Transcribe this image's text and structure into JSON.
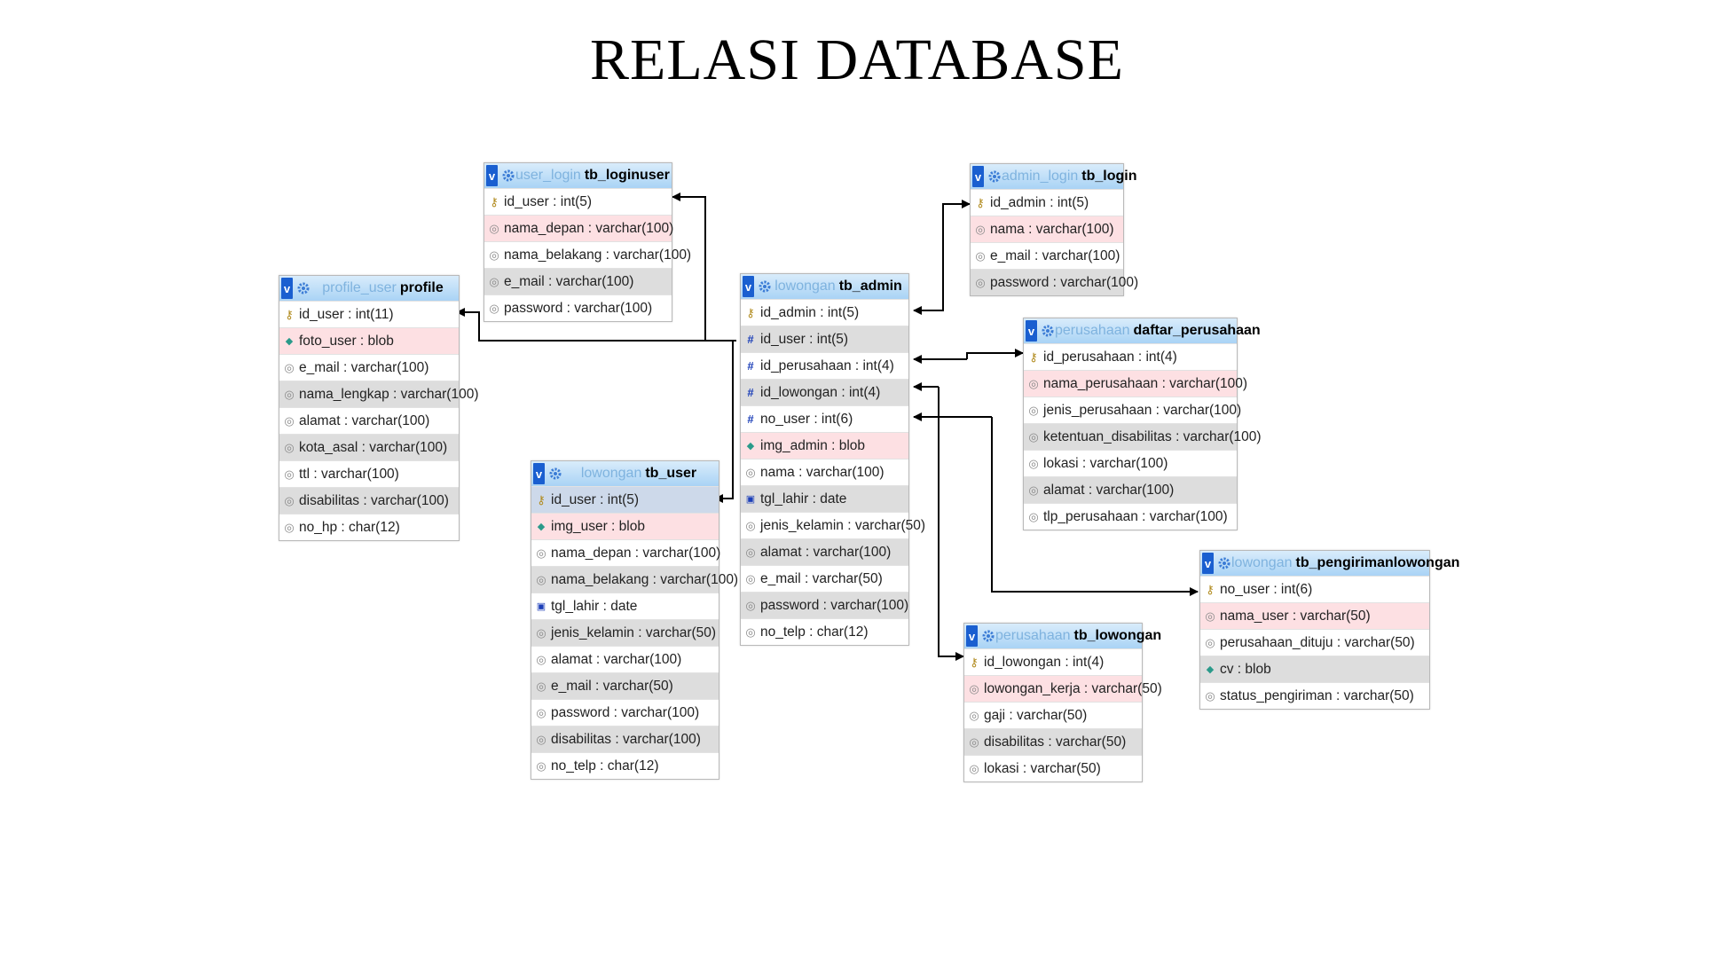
{
  "title": "RELASI DATABASE",
  "tables": {
    "user_login": {
      "db": "user_login",
      "name": "tb_loginuser",
      "fields": [
        {
          "label": "id_user : int(5)",
          "icon": "primary-key-icon"
        },
        {
          "label": "nama_depan : varchar(100)",
          "icon": "text-column-icon"
        },
        {
          "label": "nama_belakang : varchar(100)",
          "icon": "text-column-icon"
        },
        {
          "label": "e_mail : varchar(100)",
          "icon": "text-column-icon"
        },
        {
          "label": "password : varchar(100)",
          "icon": "text-column-icon"
        }
      ]
    },
    "admin_login": {
      "db": "admin_login",
      "name": "tb_login",
      "fields": [
        {
          "label": "id_admin : int(5)",
          "icon": "primary-key-icon"
        },
        {
          "label": "nama : varchar(100)",
          "icon": "text-column-icon"
        },
        {
          "label": "e_mail : varchar(100)",
          "icon": "text-column-icon"
        },
        {
          "label": "password : varchar(100)",
          "icon": "text-column-icon"
        }
      ]
    },
    "profile": {
      "db": "profile_user",
      "name": "profile",
      "fields": [
        {
          "label": "id_user : int(11)",
          "icon": "primary-key-icon"
        },
        {
          "label": "foto_user : blob",
          "icon": "blob-column-icon"
        },
        {
          "label": "e_mail : varchar(100)",
          "icon": "text-column-icon"
        },
        {
          "label": "nama_lengkap : varchar(100)",
          "icon": "text-column-icon"
        },
        {
          "label": "alamat : varchar(100)",
          "icon": "text-column-icon"
        },
        {
          "label": "kota_asal : varchar(100)",
          "icon": "text-column-icon"
        },
        {
          "label": "ttl : varchar(100)",
          "icon": "text-column-icon"
        },
        {
          "label": "disabilitas : varchar(100)",
          "icon": "text-column-icon"
        },
        {
          "label": "no_hp : char(12)",
          "icon": "text-column-icon"
        }
      ]
    },
    "tb_admin": {
      "db": "lowongan",
      "name": "tb_admin",
      "fields": [
        {
          "label": "id_admin : int(5)",
          "icon": "primary-key-icon"
        },
        {
          "label": "id_user : int(5)",
          "icon": "numeric-column-icon"
        },
        {
          "label": "id_perusahaan : int(4)",
          "icon": "numeric-column-icon"
        },
        {
          "label": "id_lowongan : int(4)",
          "icon": "numeric-column-icon"
        },
        {
          "label": "no_user : int(6)",
          "icon": "numeric-column-icon"
        },
        {
          "label": "img_admin : blob",
          "icon": "blob-column-icon"
        },
        {
          "label": "nama : varchar(100)",
          "icon": "text-column-icon"
        },
        {
          "label": "tgl_lahir : date",
          "icon": "date-column-icon"
        },
        {
          "label": "jenis_kelamin : varchar(50)",
          "icon": "text-column-icon"
        },
        {
          "label": "alamat : varchar(100)",
          "icon": "text-column-icon"
        },
        {
          "label": "e_mail : varchar(50)",
          "icon": "text-column-icon"
        },
        {
          "label": "password : varchar(100)",
          "icon": "text-column-icon"
        },
        {
          "label": "no_telp : char(12)",
          "icon": "text-column-icon"
        }
      ]
    },
    "daftar_perusahaan": {
      "db": "perusahaan",
      "name": "daftar_perusahaan",
      "fields": [
        {
          "label": "id_perusahaan : int(4)",
          "icon": "primary-key-icon"
        },
        {
          "label": "nama_perusahaan : varchar(100)",
          "icon": "text-column-icon"
        },
        {
          "label": "jenis_perusahaan : varchar(100)",
          "icon": "text-column-icon"
        },
        {
          "label": "ketentuan_disabilitas : varchar(100)",
          "icon": "text-column-icon"
        },
        {
          "label": "lokasi : varchar(100)",
          "icon": "text-column-icon"
        },
        {
          "label": "alamat : varchar(100)",
          "icon": "text-column-icon"
        },
        {
          "label": "tlp_perusahaan : varchar(100)",
          "icon": "text-column-icon"
        }
      ]
    },
    "tb_user": {
      "db": "lowongan",
      "name": "tb_user",
      "fields": [
        {
          "label": "id_user : int(5)",
          "icon": "primary-key-icon"
        },
        {
          "label": "img_user : blob",
          "icon": "blob-column-icon"
        },
        {
          "label": "nama_depan : varchar(100)",
          "icon": "text-column-icon"
        },
        {
          "label": "nama_belakang : varchar(100)",
          "icon": "text-column-icon"
        },
        {
          "label": "tgl_lahir : date",
          "icon": "date-column-icon"
        },
        {
          "label": "jenis_kelamin : varchar(50)",
          "icon": "text-column-icon"
        },
        {
          "label": "alamat : varchar(100)",
          "icon": "text-column-icon"
        },
        {
          "label": "e_mail : varchar(50)",
          "icon": "text-column-icon"
        },
        {
          "label": "password : varchar(100)",
          "icon": "text-column-icon"
        },
        {
          "label": "disabilitas : varchar(100)",
          "icon": "text-column-icon"
        },
        {
          "label": "no_telp : char(12)",
          "icon": "text-column-icon"
        }
      ]
    },
    "tb_pengirimanlowongan": {
      "db": "lowongan",
      "name": "tb_pengirimanlowongan",
      "fields": [
        {
          "label": "no_user : int(6)",
          "icon": "primary-key-icon"
        },
        {
          "label": "nama_user : varchar(50)",
          "icon": "text-column-icon"
        },
        {
          "label": "perusahaan_dituju : varchar(50)",
          "icon": "text-column-icon"
        },
        {
          "label": "cv : blob",
          "icon": "blob-column-icon"
        },
        {
          "label": "status_pengiriman : varchar(50)",
          "icon": "text-column-icon"
        }
      ]
    },
    "tb_lowongan": {
      "db": "perusahaan",
      "name": "tb_lowongan",
      "fields": [
        {
          "label": "id_lowongan : int(4)",
          "icon": "primary-key-icon"
        },
        {
          "label": "lowongan_kerja : varchar(50)",
          "icon": "text-column-icon"
        },
        {
          "label": "gaji : varchar(50)",
          "icon": "text-column-icon"
        },
        {
          "label": "disabilitas : varchar(50)",
          "icon": "text-column-icon"
        },
        {
          "label": "lokasi : varchar(50)",
          "icon": "text-column-icon"
        }
      ]
    }
  },
  "relations": [
    {
      "from": "tb_admin.id_user",
      "to": "user_login.id_user"
    },
    {
      "from": "tb_admin.id_user",
      "to": "profile.id_user"
    },
    {
      "from": "tb_admin.id_user",
      "to": "tb_user.id_user"
    },
    {
      "from": "tb_admin.id_admin",
      "to": "admin_login.id_admin"
    },
    {
      "from": "tb_admin.id_perusahaan",
      "to": "daftar_perusahaan.id_perusahaan"
    },
    {
      "from": "tb_admin.id_lowongan",
      "to": "tb_lowongan.id_lowongan"
    },
    {
      "from": "tb_admin.no_user",
      "to": "tb_pengirimanlowongan.no_user"
    }
  ],
  "colors": {
    "header": "#a9d3f5",
    "db_label": "#7fb3df",
    "row_alt": "#dddddd",
    "row_highlight": "#fde0e3",
    "link": "#000000"
  }
}
